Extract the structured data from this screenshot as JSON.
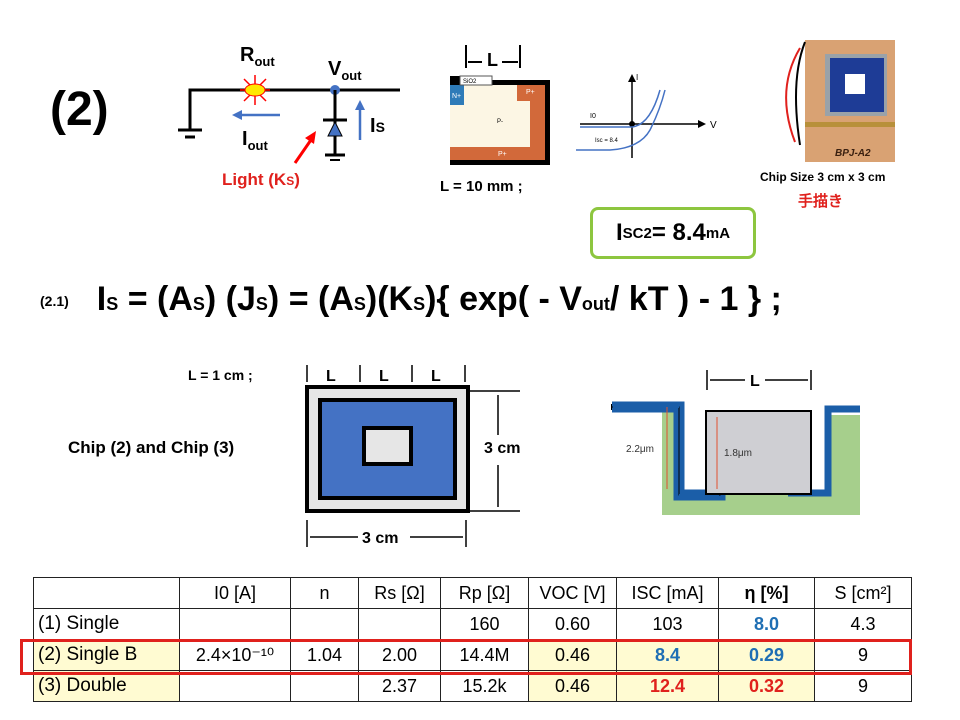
{
  "slide_number": "(2)",
  "circuit": {
    "rout": "R",
    "rout_sub": "out",
    "vout": "V",
    "vout_sub": "out",
    "iout": "I",
    "iout_sub": "out",
    "is": "I",
    "is_sub": "S",
    "light": "Light (K",
    "light_sub": "S",
    "light_end": ")"
  },
  "device": {
    "dim": "L",
    "sio2": "SiO2",
    "n_plus": "N+",
    "p_plus_1": "P+",
    "p_minus": "P-",
    "p_plus_2": "P+",
    "caption": "L = 10 mm ;"
  },
  "iv_plot": {
    "x_label": "V",
    "y_label": "I",
    "i0": "I0",
    "isc": "Isc = 8.4"
  },
  "photo": {
    "chip_label": "BPJ-A2",
    "caption": "Chip Size  3 cm x 3 cm",
    "note": "手描き"
  },
  "isc_box": {
    "label": "I",
    "sub": "SC2",
    "value": " = 8.4",
    "unit": "mA"
  },
  "equation": {
    "tag": "(2.1)",
    "text_1": "I",
    "s1": "S",
    "text_2": " = (A",
    "s2": "S",
    "text_3": ") (J",
    "s3": "S",
    "text_4": ") = (A",
    "s4": "S",
    "text_5": ")(K",
    "s5": "S",
    "text_6": "){ exp( - V",
    "s6": "out",
    "text_7": "/ kT ) - 1 } ;"
  },
  "chip_diagram": {
    "l_def": "L = 1 cm ;",
    "title": "Chip (2) and Chip (3)",
    "l": "L",
    "height": "3 cm",
    "width": "3 cm"
  },
  "cross_section": {
    "l": "L",
    "depth_1": "2.2μm",
    "depth_2": "1.8μm"
  },
  "table": {
    "headers": [
      "",
      "I0 [A]",
      "n",
      "Rs [Ω]",
      "Rp [Ω]",
      "VOC [V]",
      "ISC [mA]",
      "η [%]",
      "S [cm²]"
    ],
    "rows": [
      [
        "(1) Single",
        "",
        "",
        "",
        "160",
        "0.60",
        "103",
        "8.0",
        "4.3"
      ],
      [
        "(2) Single B",
        "2.4×10⁻¹⁰",
        "1.04",
        "2.00",
        "14.4M",
        "0.46",
        "8.4",
        "0.29",
        "9"
      ],
      [
        "(3) Double",
        "",
        "",
        "2.37",
        "15.2k",
        "0.46",
        "12.4",
        "0.32",
        "9"
      ]
    ]
  },
  "colors": {
    "highlight": "#e0211d",
    "accent_blue": "#1f6fb4",
    "box_green": "#8dc63f",
    "chip_blue": "#4472c4"
  }
}
